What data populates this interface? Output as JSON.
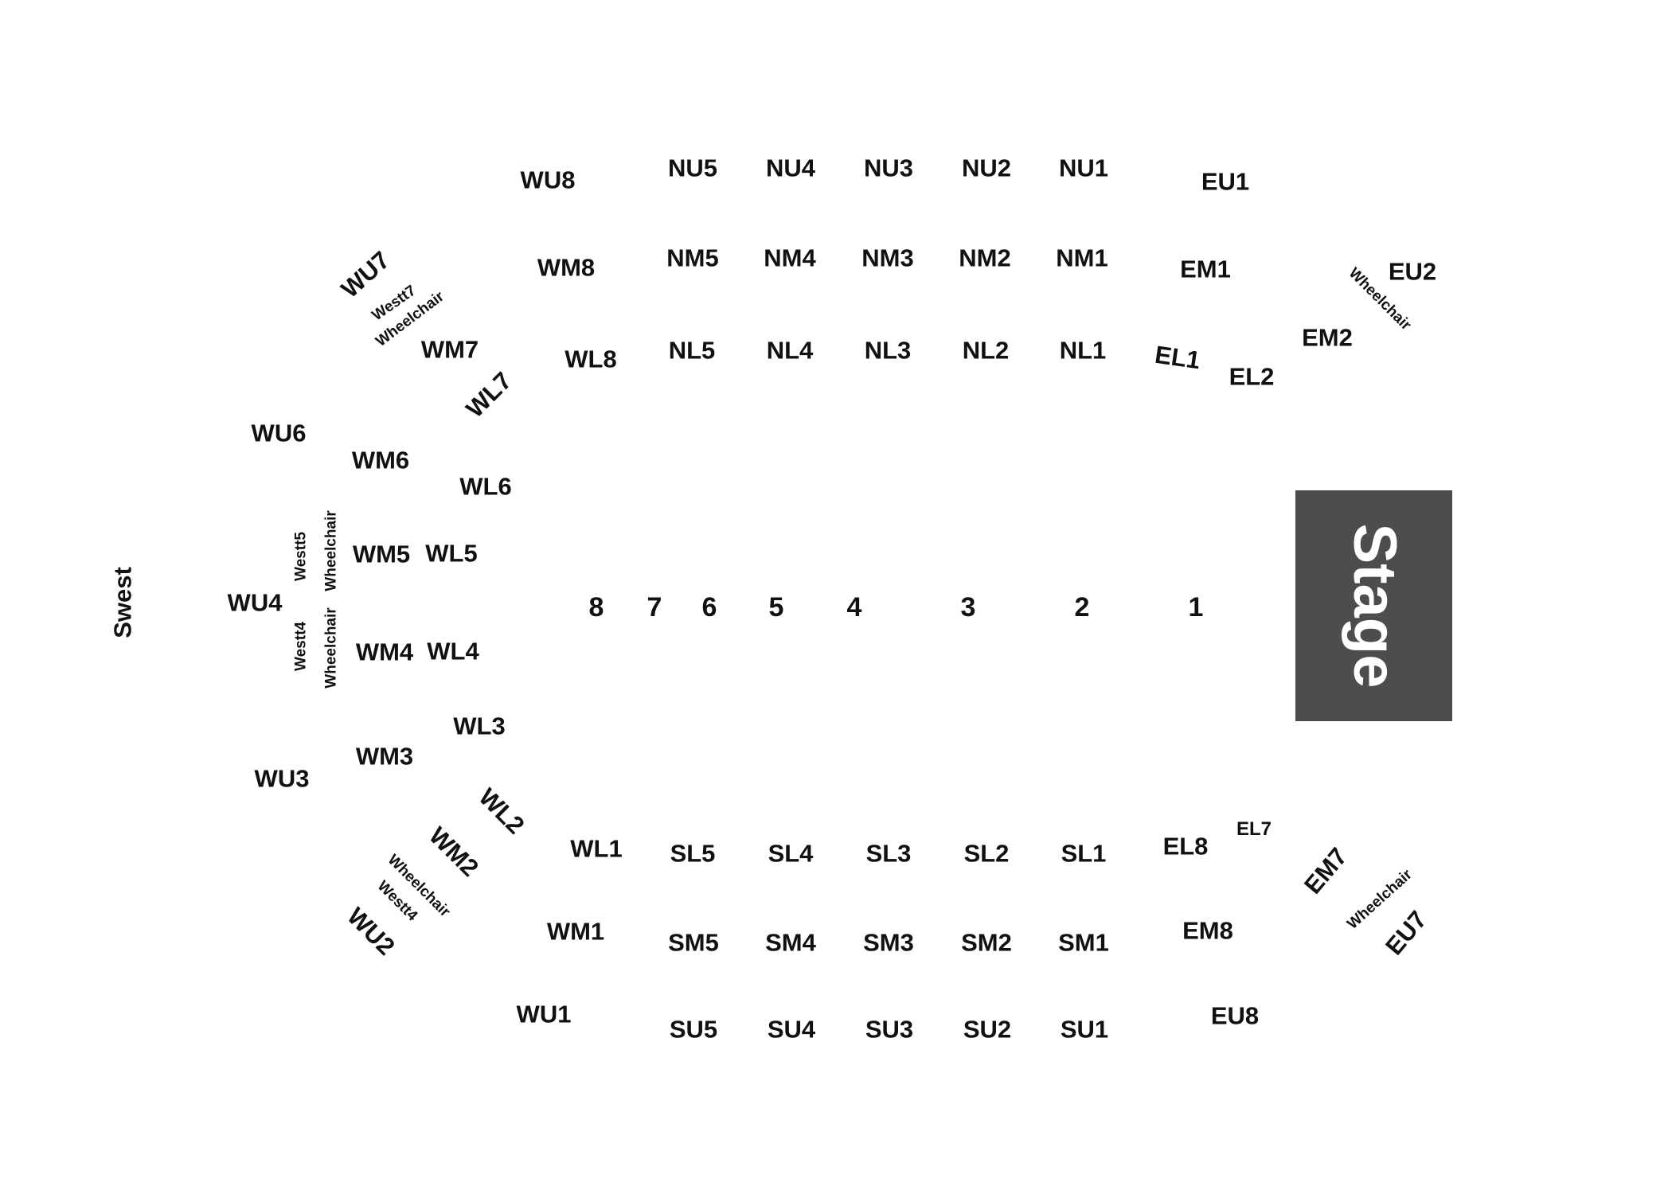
{
  "side_label": "Swest",
  "stage": "Stage",
  "rows": [
    "8",
    "7",
    "6",
    "5",
    "4",
    "3",
    "2",
    "1"
  ],
  "north": {
    "upper": [
      "WU8",
      "NU5",
      "NU4",
      "NU3",
      "NU2",
      "NU1",
      "EU1"
    ],
    "middle": [
      "WM8",
      "NM5",
      "NM4",
      "NM3",
      "NM2",
      "NM1",
      "EM1"
    ],
    "lower": [
      "WL8",
      "NL5",
      "NL4",
      "NL3",
      "NL2",
      "NL1",
      "EL1",
      "EL2"
    ]
  },
  "south": {
    "lower": [
      "WL1",
      "SL5",
      "SL4",
      "SL3",
      "SL2",
      "SL1",
      "EL8",
      "EL7"
    ],
    "middle": [
      "WM1",
      "SM5",
      "SM4",
      "SM3",
      "SM2",
      "SM1",
      "EM8"
    ],
    "upper": [
      "WU1",
      "SU5",
      "SU4",
      "SU3",
      "SU2",
      "SU1",
      "EU8"
    ]
  },
  "east": [
    "EU2",
    "EM2",
    "EM7",
    "EU7"
  ],
  "west": [
    "WU7",
    "WM7",
    "WL7",
    "WU6",
    "WM6",
    "WL6",
    "WM5",
    "WL5",
    "WU4",
    "WM4",
    "WL4",
    "WL3",
    "WM3",
    "WU3",
    "WL2",
    "WM2",
    "WU2"
  ],
  "wheelchair": {
    "label": "Wheelchair",
    "westt7": "Westt7",
    "westt5": "Westt5",
    "westt4": "Westt4"
  }
}
